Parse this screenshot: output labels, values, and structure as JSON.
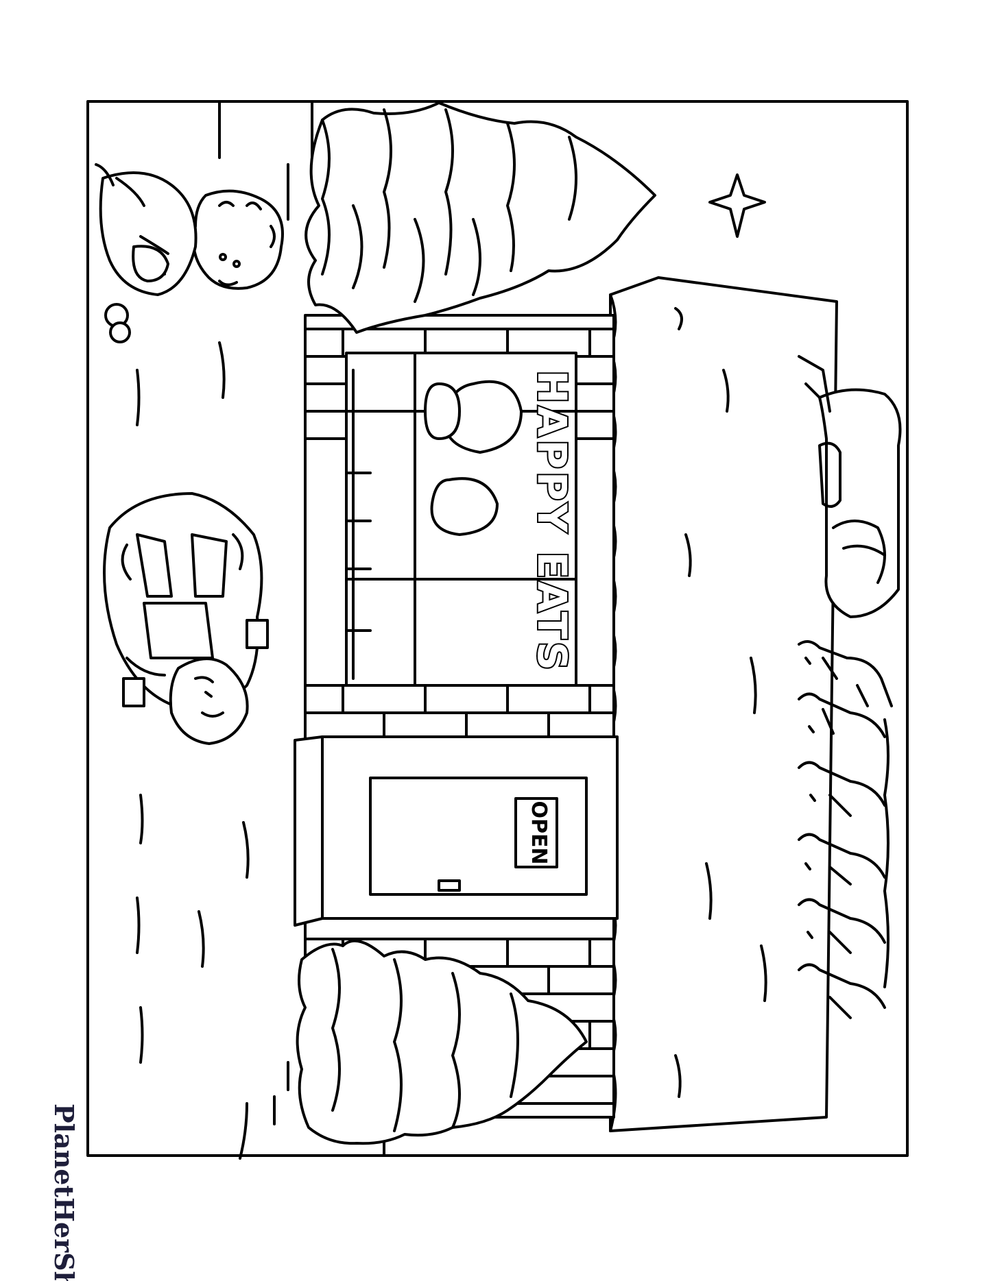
{
  "page": {
    "title": "",
    "orientation": "rotated-90-clockwise"
  },
  "scene": {
    "shop_sign": "HAPPY EATS",
    "door_sign": "OPEN",
    "watermark": "PlanetHerShop"
  },
  "colors": {
    "background": "#ffffff",
    "line_art": "#000000",
    "watermark": "#1e1e3a"
  }
}
